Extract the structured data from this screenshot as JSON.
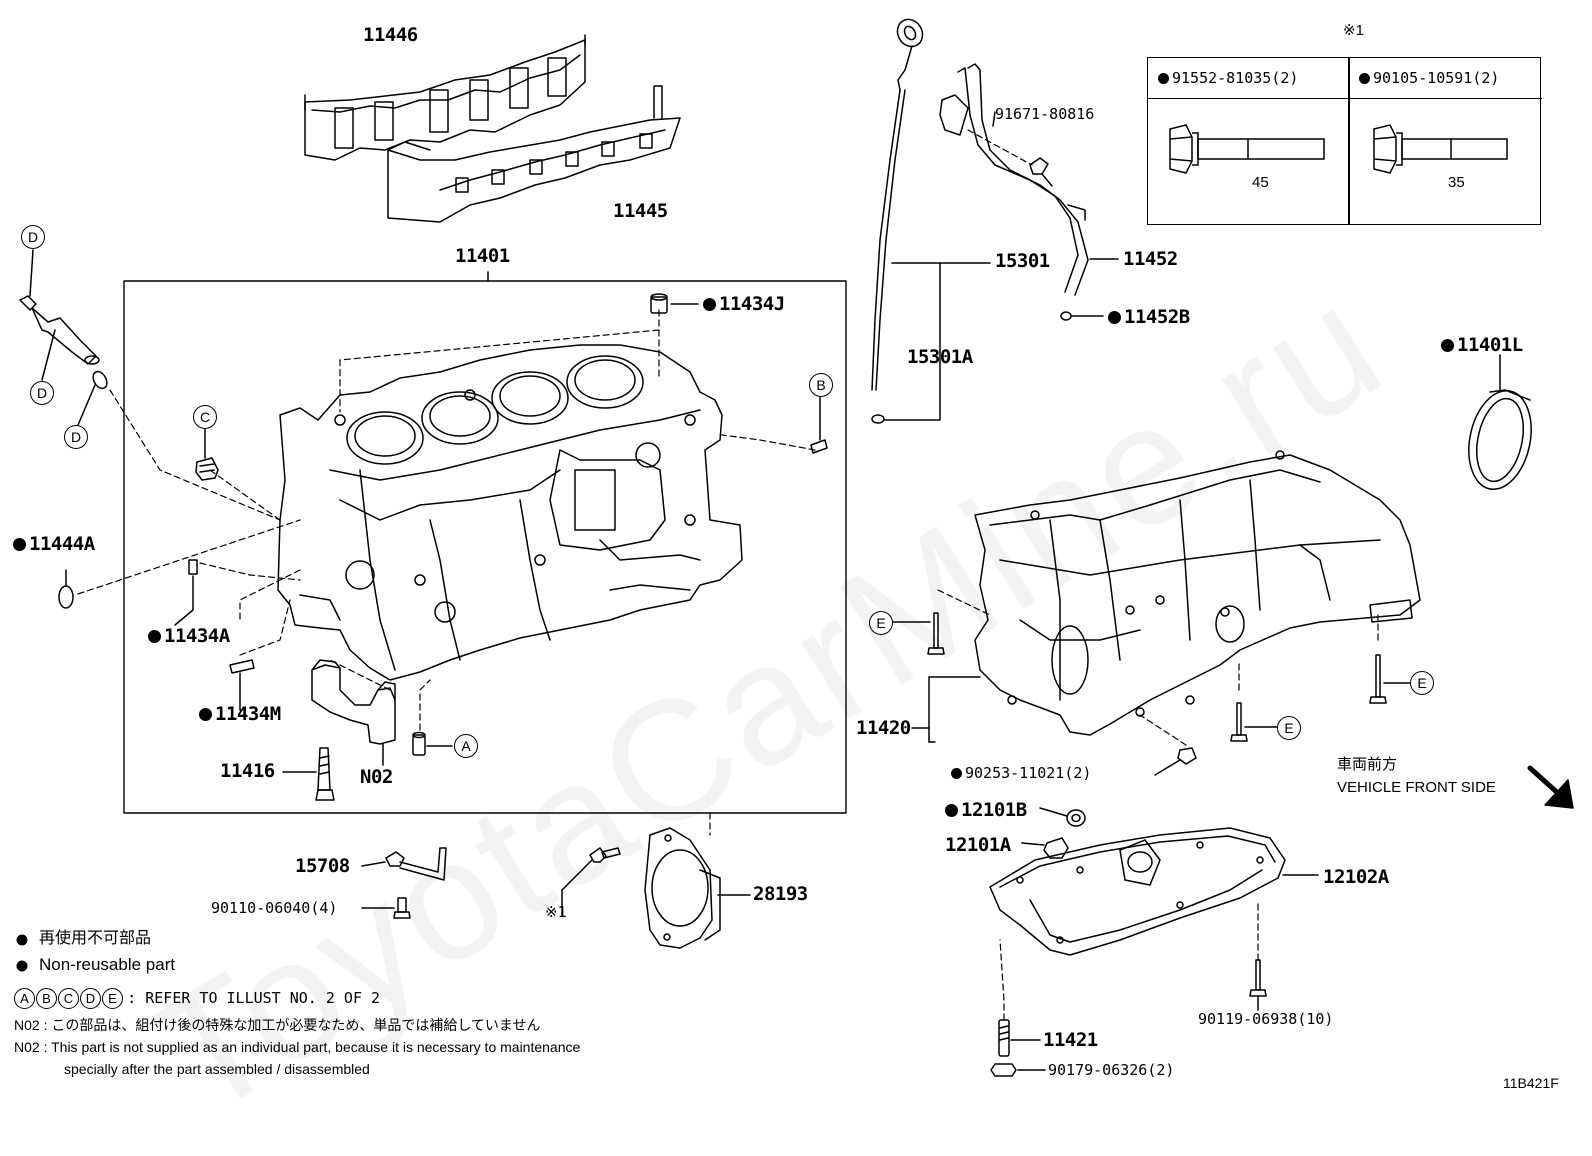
{
  "watermark": "ToyotaCarMine.ru",
  "diagram_code": "11B421F",
  "vehicle_front": {
    "jp": "車両前方",
    "en": "VEHICLE FRONT SIDE"
  },
  "legend": {
    "nonreusable_jp": "再使用不可部品",
    "nonreusable_en": "Non-reusable part",
    "refer_letters": [
      "A",
      "B",
      "C",
      "D",
      "E"
    ],
    "refer_text": ": REFER TO ILLUST NO. 2 OF 2",
    "n02_jp_prefix": "N02",
    "n02_jp": ": この部品は、組付け後の特殊な加工が必要なため、単品では補給していません",
    "n02_en_prefix": "N02",
    "n02_en_1": ": This part is not supplied as an individual part, because it is necessary to maintenance",
    "n02_en_2": "specially after the part assembled / disassembled"
  },
  "bolt_table": {
    "mark": "※1",
    "left": {
      "part": "91552-81035(2)",
      "length": "45"
    },
    "right": {
      "part": "90105-10591(2)",
      "length": "35"
    }
  },
  "parts": {
    "p11446": "11446",
    "p11445": "11445",
    "p11401": "11401",
    "p11434J": "11434J",
    "p11444A": "11444A",
    "p11434A": "11434A",
    "p11434M": "11434M",
    "p11416": "11416",
    "pN02": "N02",
    "p15708": "15708",
    "p90110": "90110-06040(4)",
    "p28193": "28193",
    "pNote1": "※1",
    "p91671": "91671-80816",
    "p15301": "15301",
    "p15301A": "15301A",
    "p11452": "11452",
    "p11452B": "11452B",
    "p11401L": "11401L",
    "p11420": "11420",
    "p90253": "90253-11021(2)",
    "p12101B": "12101B",
    "p12101A": "12101A",
    "p12102A": "12102A",
    "p90119": "90119-06938(10)",
    "p11421": "11421",
    "p90179": "90179-06326(2)"
  },
  "refs": {
    "A": "A",
    "B": "B",
    "C": "C",
    "D": "D",
    "E": "E"
  }
}
